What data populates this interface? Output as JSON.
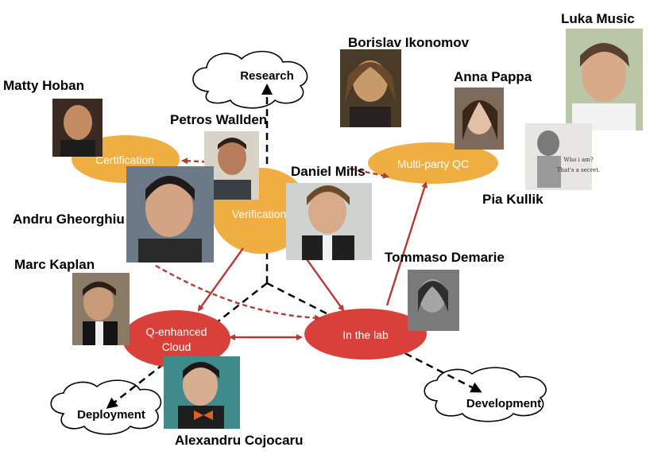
{
  "nodes": {
    "certification": "Certification",
    "verification": "Verification",
    "multiparty": "Multi-party QC",
    "qcloud_line1": "Q-enhanced",
    "qcloud_line2": "Cloud",
    "lab": "In the lab"
  },
  "clouds": {
    "research": "Research",
    "deployment": "Deployment",
    "development": "Development"
  },
  "people": {
    "matty": "Matty Hoban",
    "petros": "Petros Wallden",
    "borislav": "Borislav Ikonomov",
    "anna": "Anna Pappa",
    "luka": "Luka Music",
    "pia": "Pia Kullik",
    "daniel": "Daniel Mills",
    "andru": "Andru Gheorghiu",
    "marc": "Marc Kaplan",
    "tommaso": "Tommaso Demarie",
    "alexandru": "Alexandru Cojocaru"
  },
  "pia_card": {
    "line1": "Who i am?",
    "line2": "That's a secret."
  },
  "colors": {
    "orange": "#f0ad42",
    "red": "#d9403a",
    "arrow_red": "#b73a32",
    "dashed_black": "#000000"
  }
}
